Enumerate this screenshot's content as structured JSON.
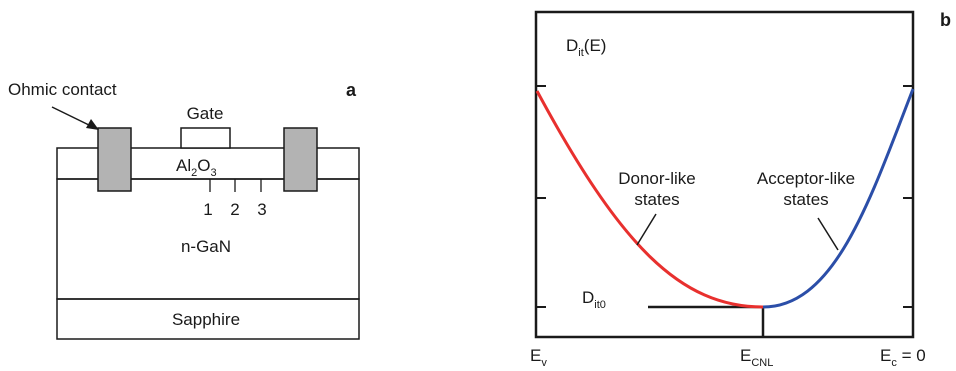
{
  "panel_a": {
    "letter": "a",
    "ohmic_contact": "Ohmic contact",
    "gate": "Gate",
    "oxide": {
      "base1": "Al",
      "sub1": "2",
      "base2": "O",
      "sub2": "3"
    },
    "positions": [
      "1",
      "2",
      "3"
    ],
    "channel": "n-GaN",
    "substrate": "Sapphire",
    "colors": {
      "contact_fill": "#b3b3b3",
      "line": "#1a1a1a"
    }
  },
  "panel_b": {
    "letter": "b",
    "ylabel": {
      "base": "D",
      "sub": "it",
      "suffix": "(E)"
    },
    "dit0": {
      "base": "D",
      "sub": "it0"
    },
    "donor_label": [
      "Donor-like",
      "states"
    ],
    "acceptor_label": [
      "Acceptor-like",
      "states"
    ],
    "x_left": {
      "base": "E",
      "sub": "v"
    },
    "x_mid": {
      "base": "E",
      "sub": "CNL"
    },
    "x_right": {
      "base": "E",
      "sub": "c",
      "suffix": " = 0"
    },
    "colors": {
      "donor": "#e8302e",
      "acceptor": "#2b4ea8",
      "axis": "#1a1a1a"
    }
  }
}
